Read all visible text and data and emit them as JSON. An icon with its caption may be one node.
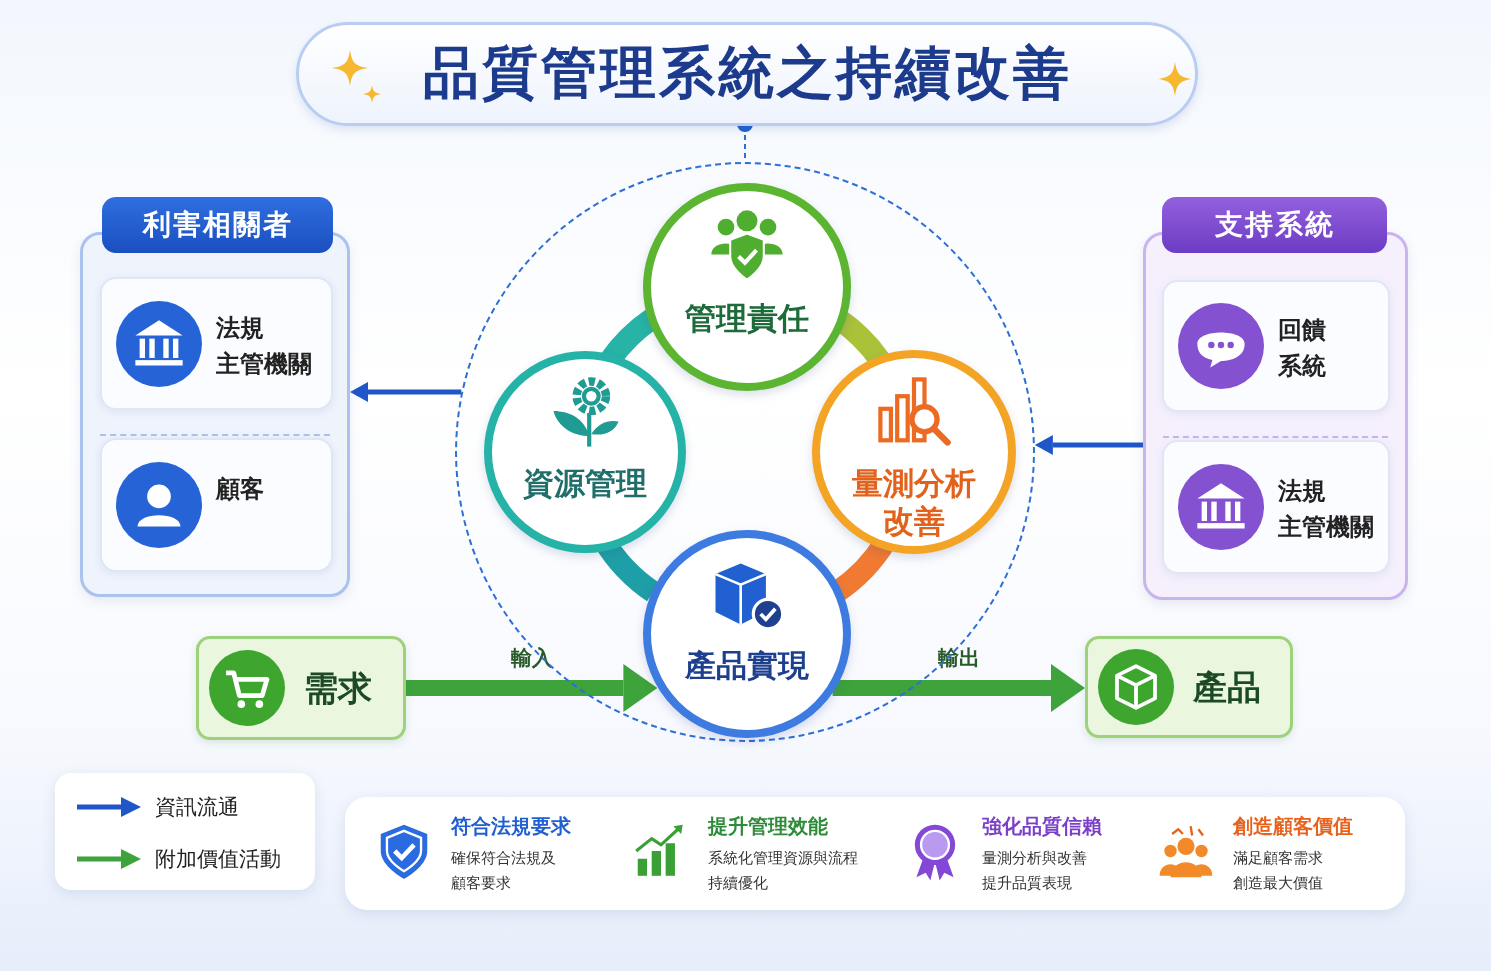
{
  "diagram": {
    "title": "品質管理系統之持續改善",
    "nodes": [
      {
        "text": [
          "利害相關者"
        ]
      },
      {
        "text": [
          "法規主管機關"
        ],
        "in": 0
      },
      {
        "text": [
          "顧客"
        ],
        "in": 0
      },
      {
        "text": [
          "支持系統"
        ]
      },
      {
        "text": [
          "回饋系統"
        ],
        "in": 3
      },
      {
        "text": [
          "法規主管機關"
        ],
        "in": 3
      },
      {
        "text": [],
        "shape": "circle"
      },
      {
        "text": [
          "管理責任"
        ],
        "in": 6
      },
      {
        "text": [
          "資源管理"
        ],
        "in": 6
      },
      {
        "text": [
          "量測分析改善"
        ],
        "in": 6
      },
      {
        "text": [
          "產品實現"
        ],
        "in": 6
      },
      {
        "text": [
          "需求"
        ]
      },
      {
        "text": [
          "產品"
        ]
      },
      {
        "text": [
          "符合法規要求",
          "確保符合法規及顧客要求"
        ]
      },
      {
        "text": [
          "提升管理效能",
          "系統化管理資源與流程持續優化"
        ]
      },
      {
        "text": [
          "強化品質信賴",
          "量測分析與改善提升品質表現"
        ]
      },
      {
        "text": [
          "創造顧客價值",
          "滿足顧客需求創造最大價值"
        ]
      }
    ],
    "edges": [
      {
        "from": 6,
        "to": 0,
        "arrow": "to",
        "color": "#1f56c8"
      },
      {
        "from": 3,
        "to": 6,
        "arrow": "to",
        "color": "#1f56c8"
      },
      {
        "from": 11,
        "to": 10,
        "arrow": "to",
        "label": "輸入",
        "color": "#3da33a"
      },
      {
        "from": 10,
        "to": 12,
        "arrow": "to",
        "label": "輸出",
        "color": "#3da33a"
      },
      {
        "from": 7,
        "to": 8,
        "arrow": "none",
        "color": "#27b3a6"
      },
      {
        "from": 7,
        "to": 9,
        "arrow": "none",
        "color": "#a9c23a"
      },
      {
        "from": 8,
        "to": 10,
        "arrow": "none",
        "color": "#1e9ea6"
      },
      {
        "from": 9,
        "to": 10,
        "arrow": "none",
        "color": "#f07a32"
      }
    ],
    "legend": [
      {
        "text": "資訊流通"
      },
      {
        "text": "附加價值活動"
      }
    ]
  }
}
